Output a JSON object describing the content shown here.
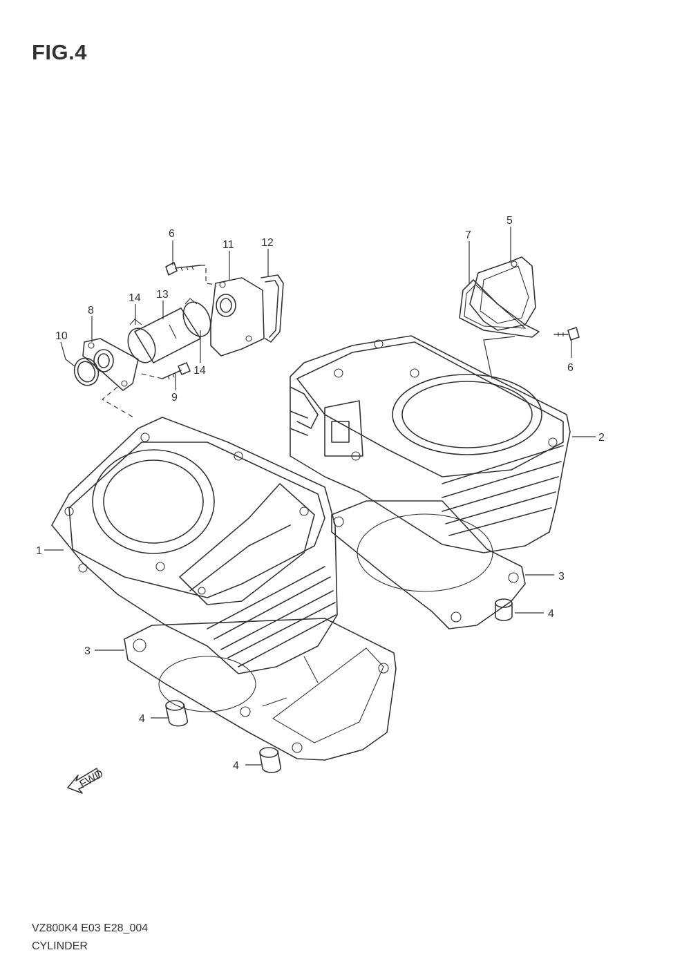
{
  "figure": {
    "title": "FIG.4"
  },
  "callouts": [
    {
      "id": "c1",
      "label": "1"
    },
    {
      "id": "c2",
      "label": "2"
    },
    {
      "id": "c3a",
      "label": "3"
    },
    {
      "id": "c3b",
      "label": "3"
    },
    {
      "id": "c4a",
      "label": "4"
    },
    {
      "id": "c4b",
      "label": "4"
    },
    {
      "id": "c4c",
      "label": "4"
    },
    {
      "id": "c5",
      "label": "5"
    },
    {
      "id": "c6a",
      "label": "6"
    },
    {
      "id": "c6b",
      "label": "6"
    },
    {
      "id": "c7",
      "label": "7"
    },
    {
      "id": "c8",
      "label": "8"
    },
    {
      "id": "c9",
      "label": "9"
    },
    {
      "id": "c10",
      "label": "10"
    },
    {
      "id": "c11",
      "label": "11"
    },
    {
      "id": "c12",
      "label": "12"
    },
    {
      "id": "c13",
      "label": "13"
    },
    {
      "id": "c14a",
      "label": "14"
    },
    {
      "id": "c14b",
      "label": "14"
    }
  ],
  "fwd_badge": {
    "label": "FWD",
    "icon": "fwd-arrow-icon"
  },
  "footer": {
    "code": "VZ800K4 E03 E28_004",
    "caption": "CYLINDER"
  }
}
